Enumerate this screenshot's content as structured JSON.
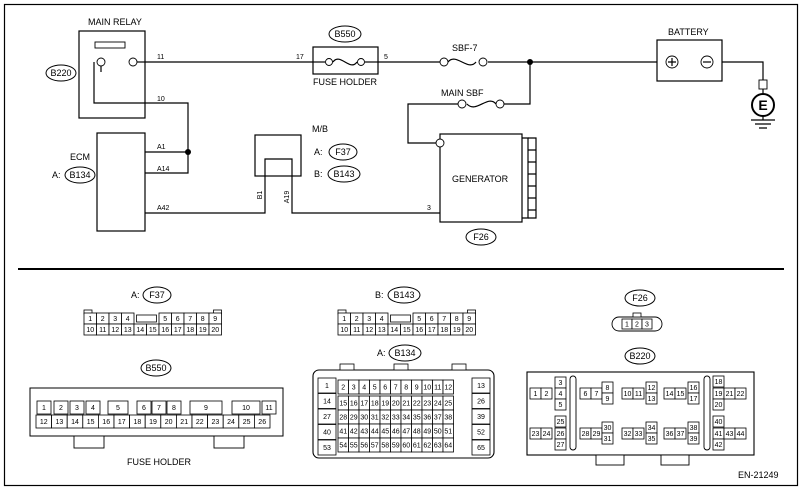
{
  "components": {
    "main_relay": {
      "title": "MAIN RELAY",
      "code": "B220",
      "pins": [
        "11",
        "10"
      ]
    },
    "fuse_holder": {
      "title": "FUSE HOLDER",
      "code": "B550",
      "pins": [
        "17",
        "5"
      ]
    },
    "sbf7": {
      "title": "SBF-7"
    },
    "main_sbf": {
      "title": "MAIN SBF"
    },
    "battery": {
      "title": "BATTERY"
    },
    "ground": {
      "symbol": "E"
    },
    "ecm": {
      "title": "ECM",
      "conn_prefix": "A:",
      "code": "B134",
      "pins": [
        "A1",
        "A14",
        "A42"
      ]
    },
    "mb": {
      "title": "M/B",
      "conn_a": "A:",
      "code_a": "F37",
      "conn_b": "B:",
      "code_b": "B143",
      "pins": [
        "B1",
        "A19"
      ]
    },
    "generator": {
      "title": "GENERATOR",
      "code": "F26",
      "pin": "3"
    }
  },
  "connectors": {
    "f37": {
      "prefix": "A:",
      "code": "F37",
      "top": [
        "1",
        "2",
        "3",
        "4",
        "",
        "5",
        "6",
        "7",
        "8",
        "9"
      ],
      "bottom": [
        "10",
        "11",
        "12",
        "13",
        "14",
        "15",
        "16",
        "17",
        "18",
        "19",
        "20"
      ]
    },
    "b143": {
      "prefix": "B:",
      "code": "B143",
      "top": [
        "1",
        "2",
        "3",
        "4",
        "",
        "5",
        "6",
        "7",
        "8",
        "9"
      ],
      "bottom": [
        "10",
        "11",
        "12",
        "13",
        "14",
        "15",
        "16",
        "17",
        "18",
        "19",
        "20"
      ]
    },
    "f26": {
      "code": "F26",
      "pins": [
        "1",
        "2",
        "3"
      ]
    },
    "b550": {
      "code": "B550",
      "caption": "FUSE HOLDER",
      "top": [
        "1",
        "2",
        "3",
        "4",
        "5",
        "6",
        "7",
        "8",
        "9",
        "10",
        "11"
      ],
      "bottom": [
        "12",
        "13",
        "14",
        "15",
        "16",
        "17",
        "18",
        "19",
        "20",
        "21",
        "22",
        "23",
        "24",
        "25",
        "26"
      ]
    },
    "b134": {
      "prefix": "A:",
      "code": "B134",
      "rows": [
        [
          "2",
          "3",
          "4",
          "5",
          "6",
          "7",
          "8",
          "9",
          "10",
          "11",
          "12"
        ],
        [
          "15",
          "16",
          "17",
          "18",
          "19",
          "20",
          "21",
          "22",
          "23",
          "24",
          "25"
        ],
        [
          "28",
          "29",
          "30",
          "31",
          "32",
          "33",
          "34",
          "35",
          "36",
          "37",
          "38"
        ],
        [
          "41",
          "42",
          "43",
          "44",
          "45",
          "46",
          "47",
          "48",
          "49",
          "50",
          "51"
        ],
        [
          "54",
          "55",
          "56",
          "57",
          "58",
          "59",
          "60",
          "61",
          "62",
          "63",
          "64"
        ]
      ],
      "left": [
        "1",
        "14",
        "27",
        "40",
        "53"
      ],
      "right": [
        "13",
        "26",
        "39",
        "52",
        "65"
      ]
    },
    "b220": {
      "code": "B220",
      "pins": [
        "1",
        "2",
        "3",
        "4",
        "5",
        "6",
        "7",
        "8",
        "9",
        "10",
        "11",
        "12",
        "13",
        "14",
        "15",
        "16",
        "17",
        "18",
        "19",
        "20",
        "21",
        "22",
        "23",
        "24",
        "25",
        "26",
        "27",
        "28",
        "29",
        "30",
        "31",
        "32",
        "33",
        "34",
        "35",
        "36",
        "37",
        "38",
        "39",
        "40",
        "41",
        "42",
        "43",
        "44"
      ]
    }
  },
  "footer": {
    "code": "EN-21249"
  }
}
